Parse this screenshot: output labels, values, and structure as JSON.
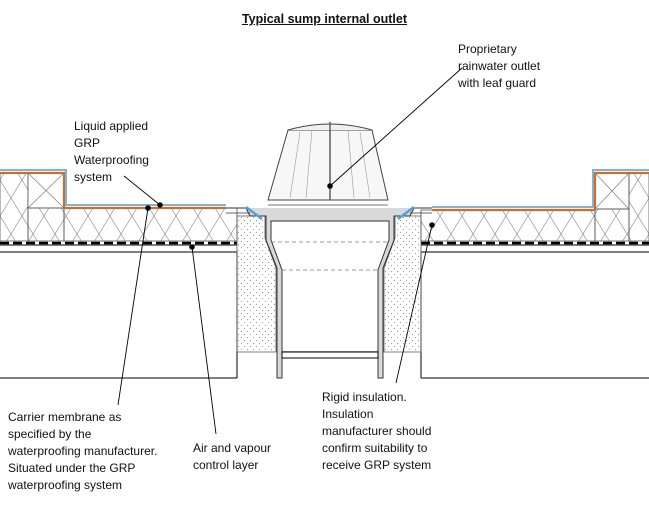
{
  "title": "Typical sump internal outlet",
  "labels": {
    "outlet": "Proprietary\nrainwater outlet\nwith leaf guard",
    "waterproofing": "Liquid applied\nGRP\nWaterproofing\nsystem",
    "carrier": "Carrier membrane as\nspecified by the\nwaterproofing manufacturer.\nSituated under the GRP\nwaterproofing system",
    "avcl": "Air and vapour\ncontrol layer",
    "insulation": "Rigid insulation.\nInsulation\nmanufacturer should\nconfirm suitability to\nreceive GRP system"
  }
}
